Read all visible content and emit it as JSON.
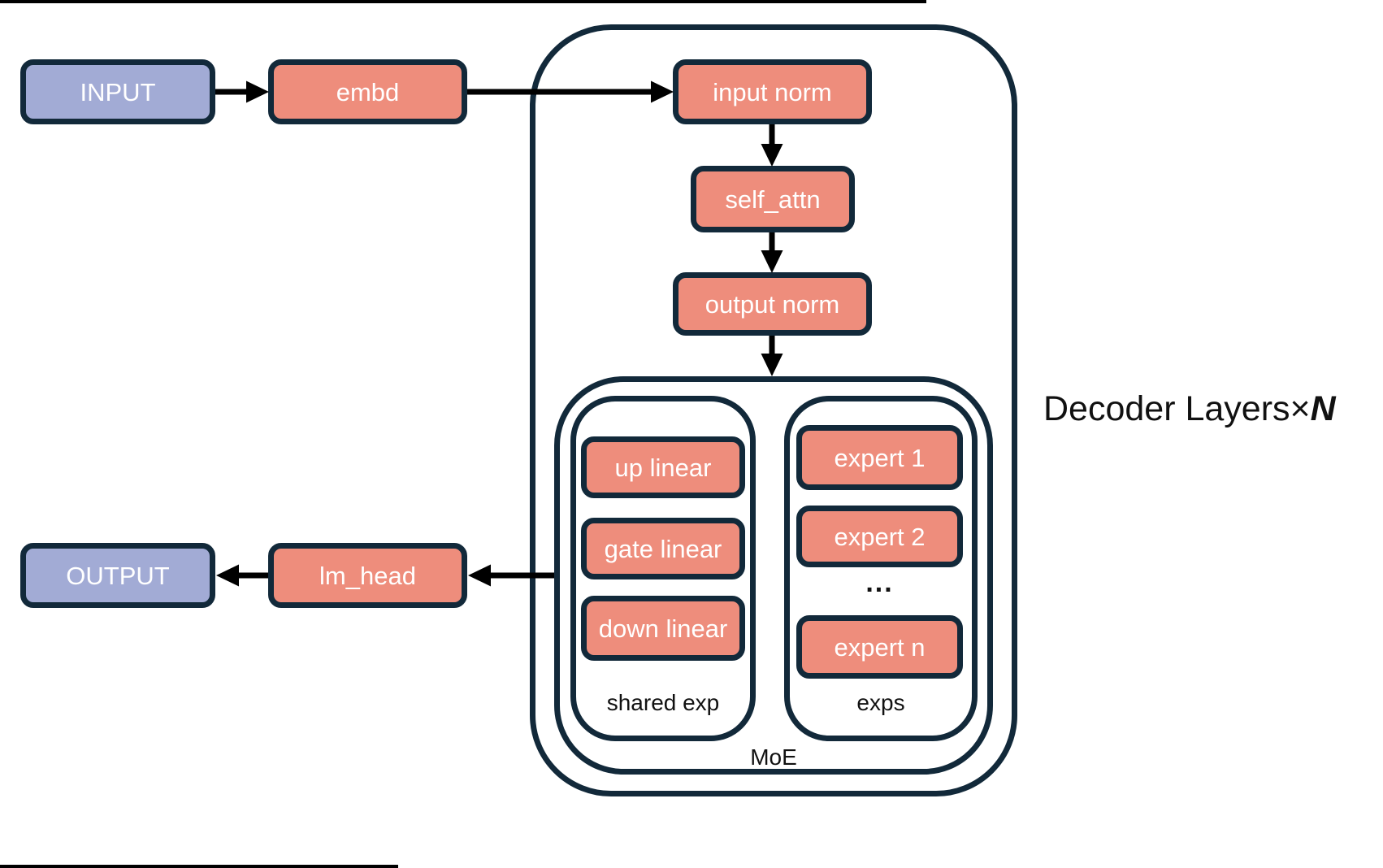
{
  "diagram": {
    "title": {
      "prefix": "Decoder Layers",
      "times": "×",
      "n": "N"
    },
    "nodes": {
      "input": "INPUT",
      "embd": "embd",
      "input_norm": "input norm",
      "self_attn": "self_attn",
      "output_norm": "output norm",
      "up_linear": "up linear",
      "gate_linear": "gate linear",
      "down_linear": "down linear",
      "expert_1": "expert 1",
      "expert_2": "expert 2",
      "ellipsis": "...",
      "expert_n": "expert n",
      "lm_head": "lm_head",
      "output": "OUTPUT"
    },
    "labels": {
      "shared_exp": "shared exp",
      "exps": "exps",
      "moe": "MoE"
    },
    "colors": {
      "salmon": "#ee8d7c",
      "periwinkle": "#a2abd5",
      "navy": "#12293a",
      "text_light": "#ffffff",
      "text_dark": "#111111",
      "arrow": "#000000"
    }
  }
}
